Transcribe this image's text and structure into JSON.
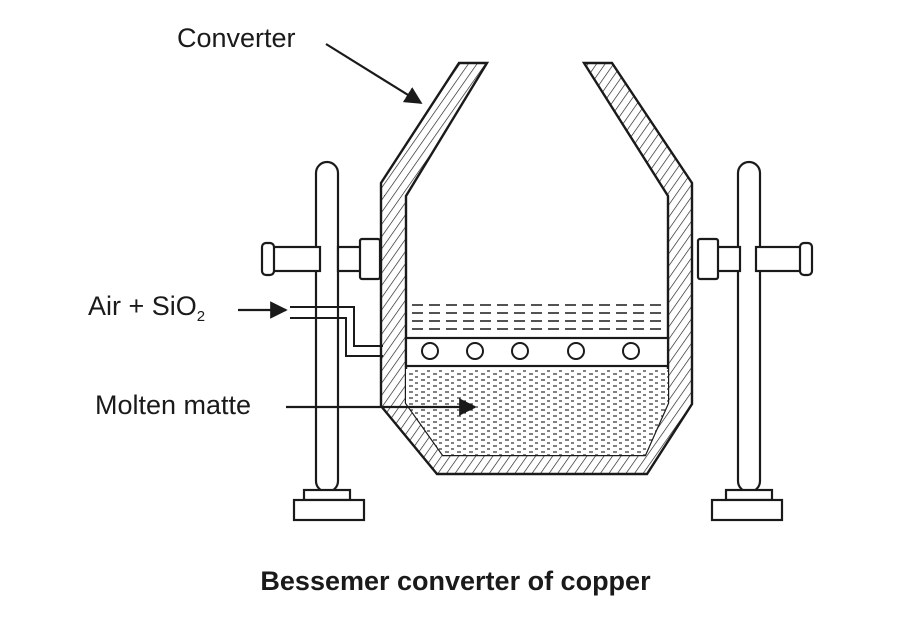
{
  "labels": {
    "converter": "Converter",
    "air_sio2_main": "Air + SiO",
    "air_sio2_sub": "2",
    "molten_matte": "Molten matte"
  },
  "caption": "Bessemer converter of copper",
  "colors": {
    "ink": "#1a1a1a",
    "background": "#ffffff"
  }
}
